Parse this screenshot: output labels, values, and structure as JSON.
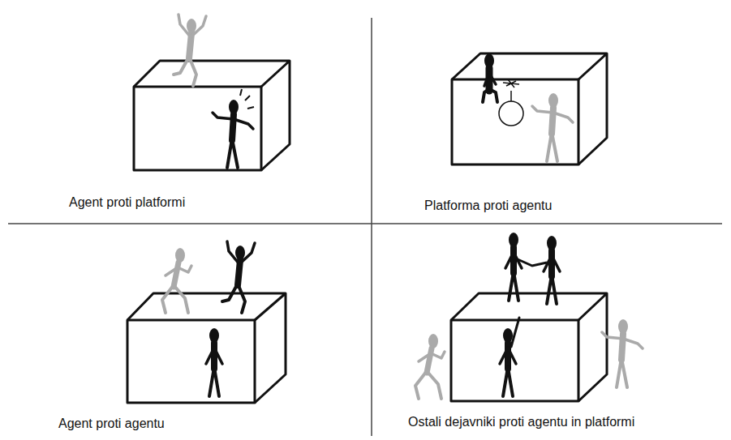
{
  "diagram": {
    "labels": [
      "Agent proti platformi",
      "Platforma proti agentu",
      "Agent proti agentu",
      "Ostali dejavniki proti agentu in platformi"
    ]
  }
}
